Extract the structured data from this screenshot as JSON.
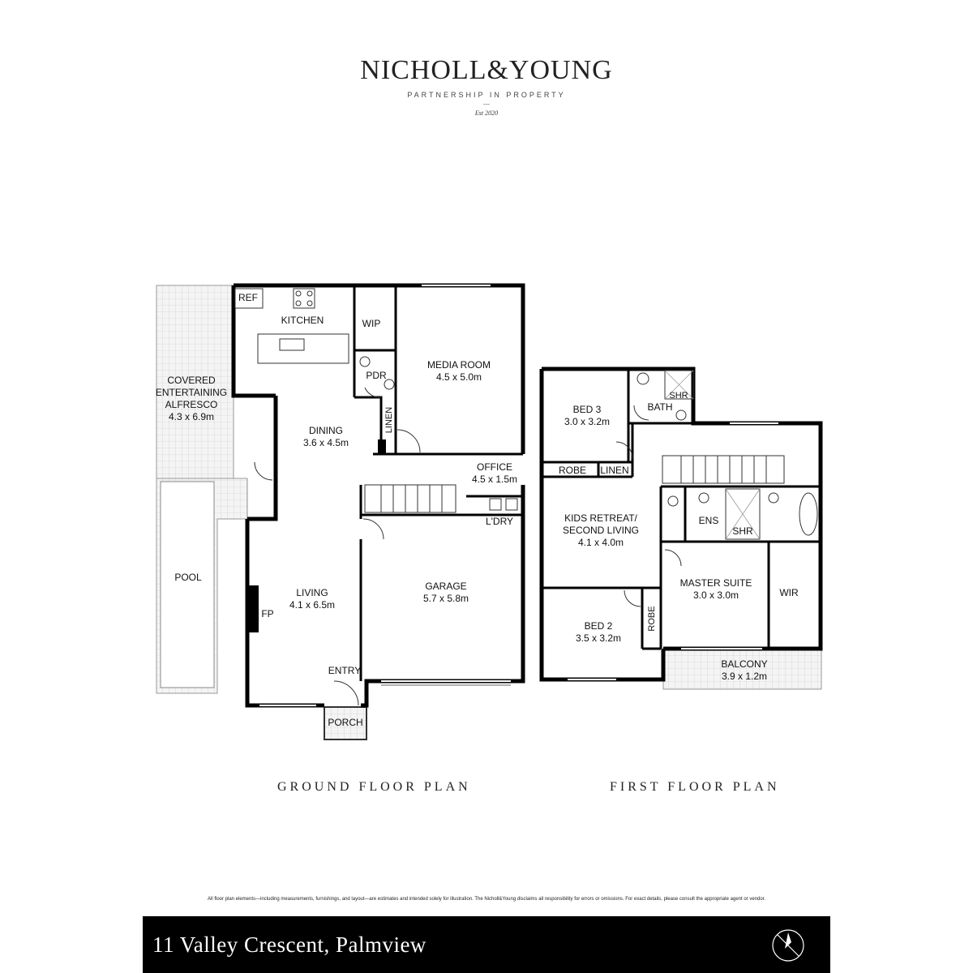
{
  "brand": {
    "name": "NICHOLL&YOUNG",
    "tagline": "PARTNERSHIP IN PROPERTY",
    "dash": "—",
    "established": "Est 2020",
    "logo_icon": "compass-monogram-icon"
  },
  "plans": {
    "ground_title": "GROUND FLOOR PLAN",
    "first_title": "FIRST FLOOR PLAN"
  },
  "rooms": {
    "ref": "REF",
    "kitchen": "KITCHEN",
    "wip": "WIP",
    "pdr": "PDR",
    "linen_ground": "LINEN",
    "media_name": "MEDIA ROOM",
    "media_size": "4.5 x 5.0m",
    "alfresco_l1": "COVERED",
    "alfresco_l2": "ENTERTAINING",
    "alfresco_l3": "ALFRESCO",
    "alfresco_size": "4.3 x 6.9m",
    "dining_name": "DINING",
    "dining_size": "3.6 x 4.5m",
    "office_name": "OFFICE",
    "office_size": "4.5 x 1.5m",
    "laundry": "L'DRY",
    "pool": "POOL",
    "living_name": "LIVING",
    "living_size": "4.1 x 6.5m",
    "fp": "FP",
    "garage_name": "GARAGE",
    "garage_size": "5.7 x 5.8m",
    "entry": "ENTRY",
    "porch": "PORCH",
    "bed3_name": "BED 3",
    "bed3_size": "3.0 x 3.2m",
    "bath": "BATH",
    "shr_bath": "SHR",
    "robe_bed3": "ROBE",
    "linen_first": "LINEN",
    "kids_l1": "KIDS RETREAT/",
    "kids_l2": "SECOND LIVING",
    "kids_size": "4.1 x 4.0m",
    "ens": "ENS",
    "shr_ens": "SHR",
    "master_name": "MASTER SUITE",
    "master_size": "3.0 x 3.0m",
    "wir": "WIR",
    "bed2_name": "BED 2",
    "bed2_size": "3.5 x 3.2m",
    "robe_bed2": "ROBE",
    "balcony_name": "BALCONY",
    "balcony_size": "3.9 x 1.2m"
  },
  "disclaimer": "All floor plan elements—including measurements, furnishings, and layout—are estimates and intended solely for illustration. The Nicholl&Young disclaims all responsibility for errors or omissions. For exact details, please consult the appropriate agent or vendor.",
  "footer": {
    "address": "11 Valley Crescent, Palmview",
    "logo_icon": "compass-monogram-icon"
  },
  "colors": {
    "wall": "#000000",
    "outdoor_fill": "#f2f2f2",
    "footer_bg": "#000000"
  }
}
